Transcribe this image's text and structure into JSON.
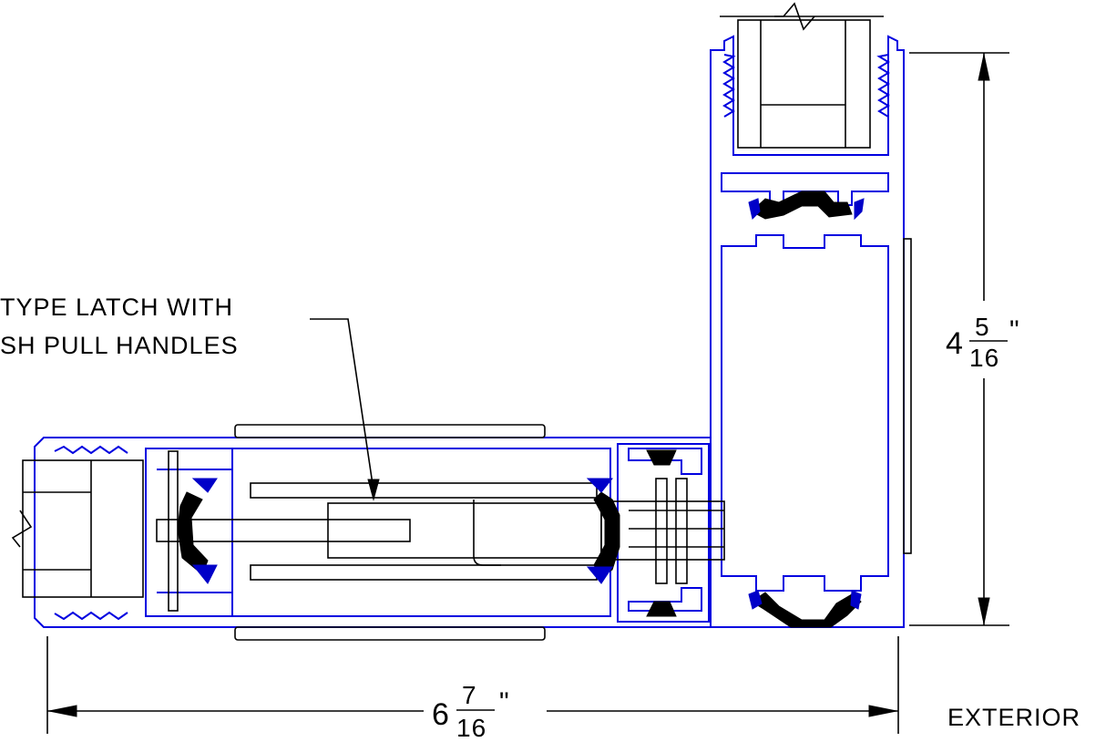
{
  "callout": {
    "line1": "TYPE LATCH WITH",
    "line2": "SH PULL HANDLES"
  },
  "dimensions": {
    "height": {
      "whole": "4",
      "num": "5",
      "den": "16",
      "unit": "\""
    },
    "width": {
      "whole": "6",
      "num": "7",
      "den": "16",
      "unit": "\""
    }
  },
  "labels": {
    "exterior": "EXTERIOR"
  },
  "colors": {
    "profile": "#0000e0",
    "detail": "#000000",
    "background": "#ffffff"
  }
}
